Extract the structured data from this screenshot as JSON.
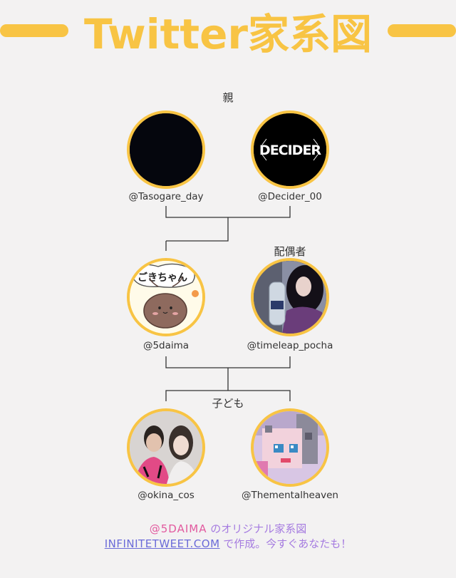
{
  "header": {
    "title": "Twitter家系図"
  },
  "sections": {
    "parents": "親",
    "spouse": "配偶者",
    "children": "子ども"
  },
  "nodes": {
    "parent1": {
      "handle": "@Tasogare_day"
    },
    "parent2": {
      "handle": "@Decider_00"
    },
    "self": {
      "handle": "@5daima"
    },
    "spouse": {
      "handle": "@timeleap_pocha"
    },
    "child1": {
      "handle": "@okina_cos"
    },
    "child2": {
      "handle": "@Thementalheaven"
    }
  },
  "avatars": {
    "self_caption": "ごきちゃん",
    "decider_logo": "DECIDER"
  },
  "footer": {
    "user": "@5DAIMA",
    "line1_suffix": " のオリジナル家系図",
    "link": "INFINITETWEET.COM",
    "line2_suffix": " で作成。今すぐあなたも！"
  },
  "colors": {
    "accent": "#f8c444",
    "pink": "#e25a9f",
    "purple": "#a57be0",
    "link": "#6b6bd8"
  }
}
